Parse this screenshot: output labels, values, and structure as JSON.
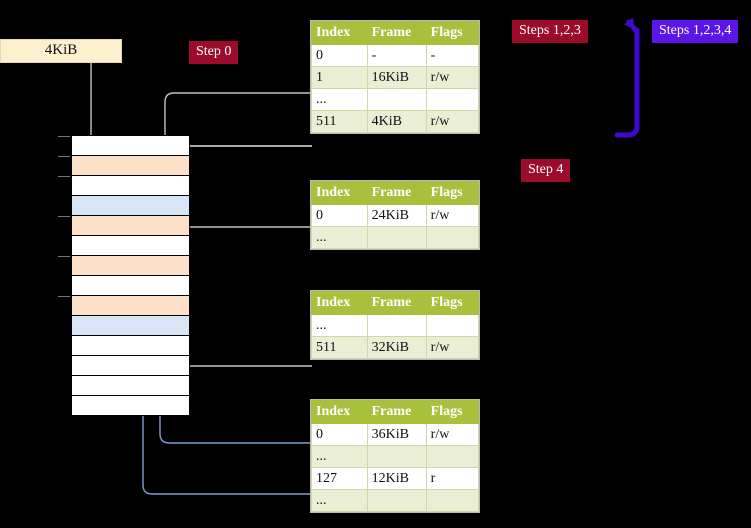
{
  "labels": {
    "memory_label": "4KiB",
    "step0": "Step 0",
    "steps123": "Steps 1,2,3",
    "steps1234": "Steps 1,2,3,4",
    "step4": "Step 4"
  },
  "colors": {
    "badge_red": "#9c0b2b",
    "badge_purple": "#5b15e8",
    "table_header": "#a8c03c",
    "table_alt_row": "#e9eed5",
    "highlight": "#fbfbaa",
    "mem_orange": "#fde0c8",
    "mem_blue": "#d7e5f7",
    "mem_label_bg": "#fdf0cf",
    "gray_connector": "#b0b0b0",
    "blue_connector": "#7f9fd0",
    "background": "#000000"
  },
  "tables": [
    {
      "name": "page-table-level-1",
      "headers": [
        "Index",
        "Frame",
        "Flags"
      ],
      "rows": [
        {
          "cells": [
            "0",
            "-",
            "-"
          ],
          "style": "plain",
          "highlight": false
        },
        {
          "cells": [
            "1",
            "16KiB",
            "r/w"
          ],
          "style": "alt",
          "highlight": false
        },
        {
          "cells": [
            "...",
            "",
            ""
          ],
          "style": "plain",
          "highlight": false
        },
        {
          "cells": [
            "511",
            "4KiB",
            "r/w"
          ],
          "style": "alt",
          "highlight": true
        }
      ]
    },
    {
      "name": "page-table-level-2",
      "headers": [
        "Index",
        "Frame",
        "Flags"
      ],
      "rows": [
        {
          "cells": [
            "0",
            "24KiB",
            "r/w"
          ],
          "style": "plain",
          "highlight": false
        },
        {
          "cells": [
            "...",
            "",
            ""
          ],
          "style": "alt",
          "highlight": false
        }
      ]
    },
    {
      "name": "page-table-level-3",
      "headers": [
        "Index",
        "Frame",
        "Flags"
      ],
      "rows": [
        {
          "cells": [
            "...",
            "",
            ""
          ],
          "style": "plain",
          "highlight": false
        },
        {
          "cells": [
            "511",
            "32KiB",
            "r/w"
          ],
          "style": "alt",
          "highlight": false
        }
      ]
    },
    {
      "name": "page-table-level-4",
      "headers": [
        "Index",
        "Frame",
        "Flags"
      ],
      "rows": [
        {
          "cells": [
            "0",
            "36KiB",
            "r/w"
          ],
          "style": "plain",
          "highlight": false
        },
        {
          "cells": [
            "...",
            "",
            ""
          ],
          "style": "alt",
          "highlight": false
        },
        {
          "cells": [
            "127",
            "12KiB",
            "r"
          ],
          "style": "plain",
          "highlight": false
        },
        {
          "cells": [
            "...",
            "",
            ""
          ],
          "style": "alt",
          "highlight": false
        }
      ]
    }
  ],
  "memory_column": {
    "name": "physical-memory-column",
    "rows": [
      {
        "fill": "white"
      },
      {
        "fill": "orange"
      },
      {
        "fill": "white"
      },
      {
        "fill": "blue"
      },
      {
        "fill": "orange"
      },
      {
        "fill": "white"
      },
      {
        "fill": "orange"
      },
      {
        "fill": "white"
      },
      {
        "fill": "orange"
      },
      {
        "fill": "blue"
      },
      {
        "fill": "white"
      },
      {
        "fill": "white"
      },
      {
        "fill": "white"
      },
      {
        "fill": "white"
      }
    ]
  }
}
